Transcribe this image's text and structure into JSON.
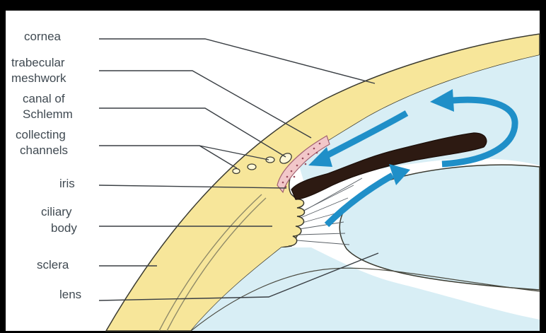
{
  "labels": {
    "cornea": "cornea",
    "trabecular_line1": "trabecular",
    "trabecular_line2": "meshwork",
    "canal_line1": "canal of",
    "canal_line2": "Schlemm",
    "collecting_line1": "collecting",
    "collecting_line2": "channels",
    "iris": "iris",
    "ciliary_line1": "ciliary",
    "ciliary_line2": "body",
    "sclera": "sclera",
    "lens": "lens"
  },
  "colors": {
    "background": "#ffffff",
    "sclera_cornea": "#f7e69a",
    "aqueous": "#d8eef5",
    "iris": "#2d1a12",
    "meshwork": "#f2c7c9",
    "flow_arrows": "#1f8fc8",
    "frame": "#000000"
  }
}
